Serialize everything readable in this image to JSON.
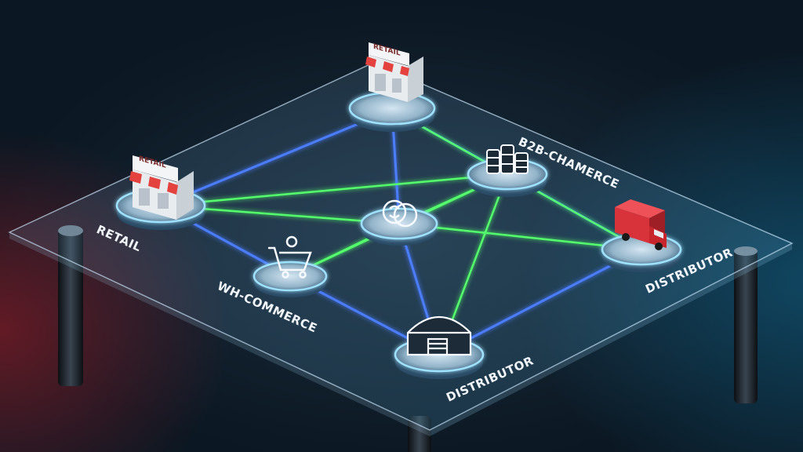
{
  "scene": {
    "labels": {
      "retail_left": "RETAIL",
      "wh_commerce": "WH-COMMERCE",
      "b2b_commerce": "B2B-CHAMERCE",
      "distributor_right": "DISTRIBUTOR",
      "distributor_bottom": "DISTRIBUTOR"
    },
    "signs": {
      "retail_top": "RETAIL",
      "retail_left": "RETAIL"
    },
    "colors": {
      "link_blue": "#4b7dff",
      "link_green": "#52ff6a",
      "node_glow": "#7fd6ff",
      "truck_red": "#c8262d"
    },
    "icons": [
      "store-icon",
      "store-icon",
      "database-icon",
      "currency-exchange-icon",
      "shopping-cart-icon",
      "delivery-truck-icon",
      "warehouse-icon"
    ]
  }
}
